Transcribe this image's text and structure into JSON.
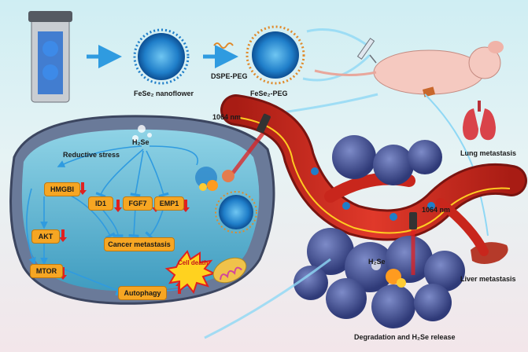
{
  "labels": {
    "nanoflower": "FeSe₂ nanoflower",
    "dspe": "DSPE-PEG",
    "fese_peg": "FeSe₂-PEG",
    "laser1": "1064 nm",
    "laser2": "1064 nm",
    "lung": "Lung metastasis",
    "liver": "Liver metastasis",
    "degradation": "Degradation and H₂Se release",
    "reductive": "Reductive stress",
    "h2se_cell": "H₂Se",
    "h2se_tumor": "H₂Se",
    "cell_death": "Cell death"
  },
  "pathway": {
    "hmgb1": "HMGBI",
    "id1": "ID1",
    "fgf7": "FGF7",
    "emp1": "EMP1",
    "akt": "AKT",
    "mtor": "MTOR",
    "cancer_metastasis": "Cancer metastasis",
    "autophagy": "Autophagy"
  },
  "colors": {
    "box": "#f6a623",
    "arrow_blue": "#2f9be0",
    "down_arrow": "#e02020",
    "vessel": "#c8261c",
    "tumor": "#3d4a8c",
    "cell_membrane": "#5a6b8c"
  }
}
